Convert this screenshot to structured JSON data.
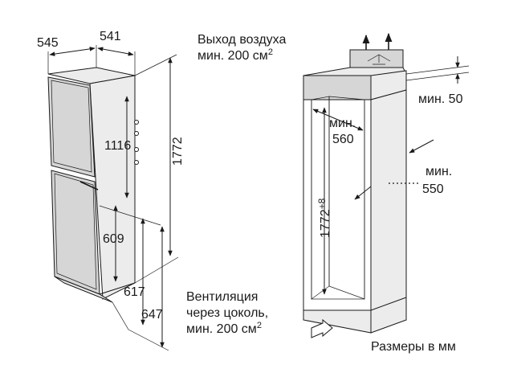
{
  "left_dims": {
    "depth_outer": "545",
    "depth_inner": "541",
    "height_total": "1772",
    "door_upper": "1116",
    "door_lower": "609",
    "base_617": "617",
    "base_647": "647"
  },
  "air_outlet": {
    "line1": "Выход воздуха",
    "line2_prefix": "мин. 200 см",
    "line2_sup": "2"
  },
  "ventilation": {
    "line1": "Вентиляция",
    "line2": "через цоколь,",
    "line3_prefix": "мин. 200 см",
    "line3_sup": "2"
  },
  "niche": {
    "gap_top": "мин. 50",
    "width_label1": "мин.",
    "width_label2": "560",
    "depth_label1": "мин.",
    "depth_label2": "550",
    "height_label": "1772",
    "height_suffix": "+8"
  },
  "units_note": "Размеры в мм"
}
